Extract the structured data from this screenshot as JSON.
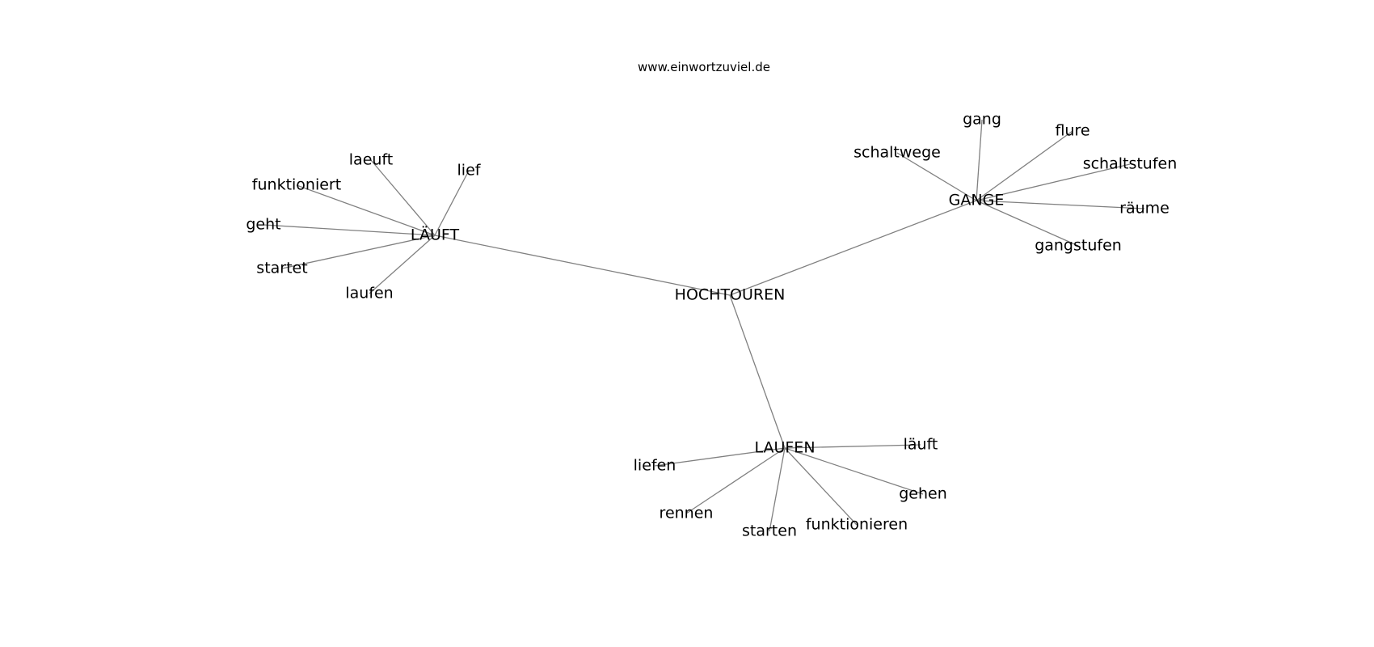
{
  "header": {
    "title": "www.einwortzuviel.de"
  },
  "graph": {
    "nodes": [
      {
        "id": "hochtouren",
        "label": "HOCHTOUREN"
      },
      {
        "id": "laeuft_hub",
        "label": "LÄUFT"
      },
      {
        "id": "gange_hub",
        "label": "GANGE"
      },
      {
        "id": "laufen_hub",
        "label": "LAUFEN"
      },
      {
        "id": "laeuft_ae",
        "label": "laeuft"
      },
      {
        "id": "lief",
        "label": "lief"
      },
      {
        "id": "funktioniert",
        "label": "funktioniert"
      },
      {
        "id": "geht",
        "label": "geht"
      },
      {
        "id": "startet",
        "label": "startet"
      },
      {
        "id": "laufen_low",
        "label": "laufen"
      },
      {
        "id": "gang",
        "label": "gang"
      },
      {
        "id": "flure",
        "label": "flure"
      },
      {
        "id": "schaltwege",
        "label": "schaltwege"
      },
      {
        "id": "schaltstufen",
        "label": "schaltstufen"
      },
      {
        "id": "raeume",
        "label": "räume"
      },
      {
        "id": "gangstufen",
        "label": "gangstufen"
      },
      {
        "id": "laeuft_low",
        "label": "läuft"
      },
      {
        "id": "liefen",
        "label": "liefen"
      },
      {
        "id": "gehen",
        "label": "gehen"
      },
      {
        "id": "rennen",
        "label": "rennen"
      },
      {
        "id": "starten",
        "label": "starten"
      },
      {
        "id": "funktionieren",
        "label": "funktionieren"
      }
    ],
    "edges": [
      [
        "hochtouren",
        "laeuft_hub"
      ],
      [
        "hochtouren",
        "gange_hub"
      ],
      [
        "hochtouren",
        "laufen_hub"
      ],
      [
        "laeuft_hub",
        "laeuft_ae"
      ],
      [
        "laeuft_hub",
        "lief"
      ],
      [
        "laeuft_hub",
        "funktioniert"
      ],
      [
        "laeuft_hub",
        "geht"
      ],
      [
        "laeuft_hub",
        "startet"
      ],
      [
        "laeuft_hub",
        "laufen_low"
      ],
      [
        "gange_hub",
        "gang"
      ],
      [
        "gange_hub",
        "flure"
      ],
      [
        "gange_hub",
        "schaltwege"
      ],
      [
        "gange_hub",
        "schaltstufen"
      ],
      [
        "gange_hub",
        "raeume"
      ],
      [
        "gange_hub",
        "gangstufen"
      ],
      [
        "laufen_hub",
        "laeuft_low"
      ],
      [
        "laufen_hub",
        "liefen"
      ],
      [
        "laufen_hub",
        "gehen"
      ],
      [
        "laufen_hub",
        "rennen"
      ],
      [
        "laufen_hub",
        "starten"
      ],
      [
        "laufen_hub",
        "funktionieren"
      ]
    ]
  }
}
